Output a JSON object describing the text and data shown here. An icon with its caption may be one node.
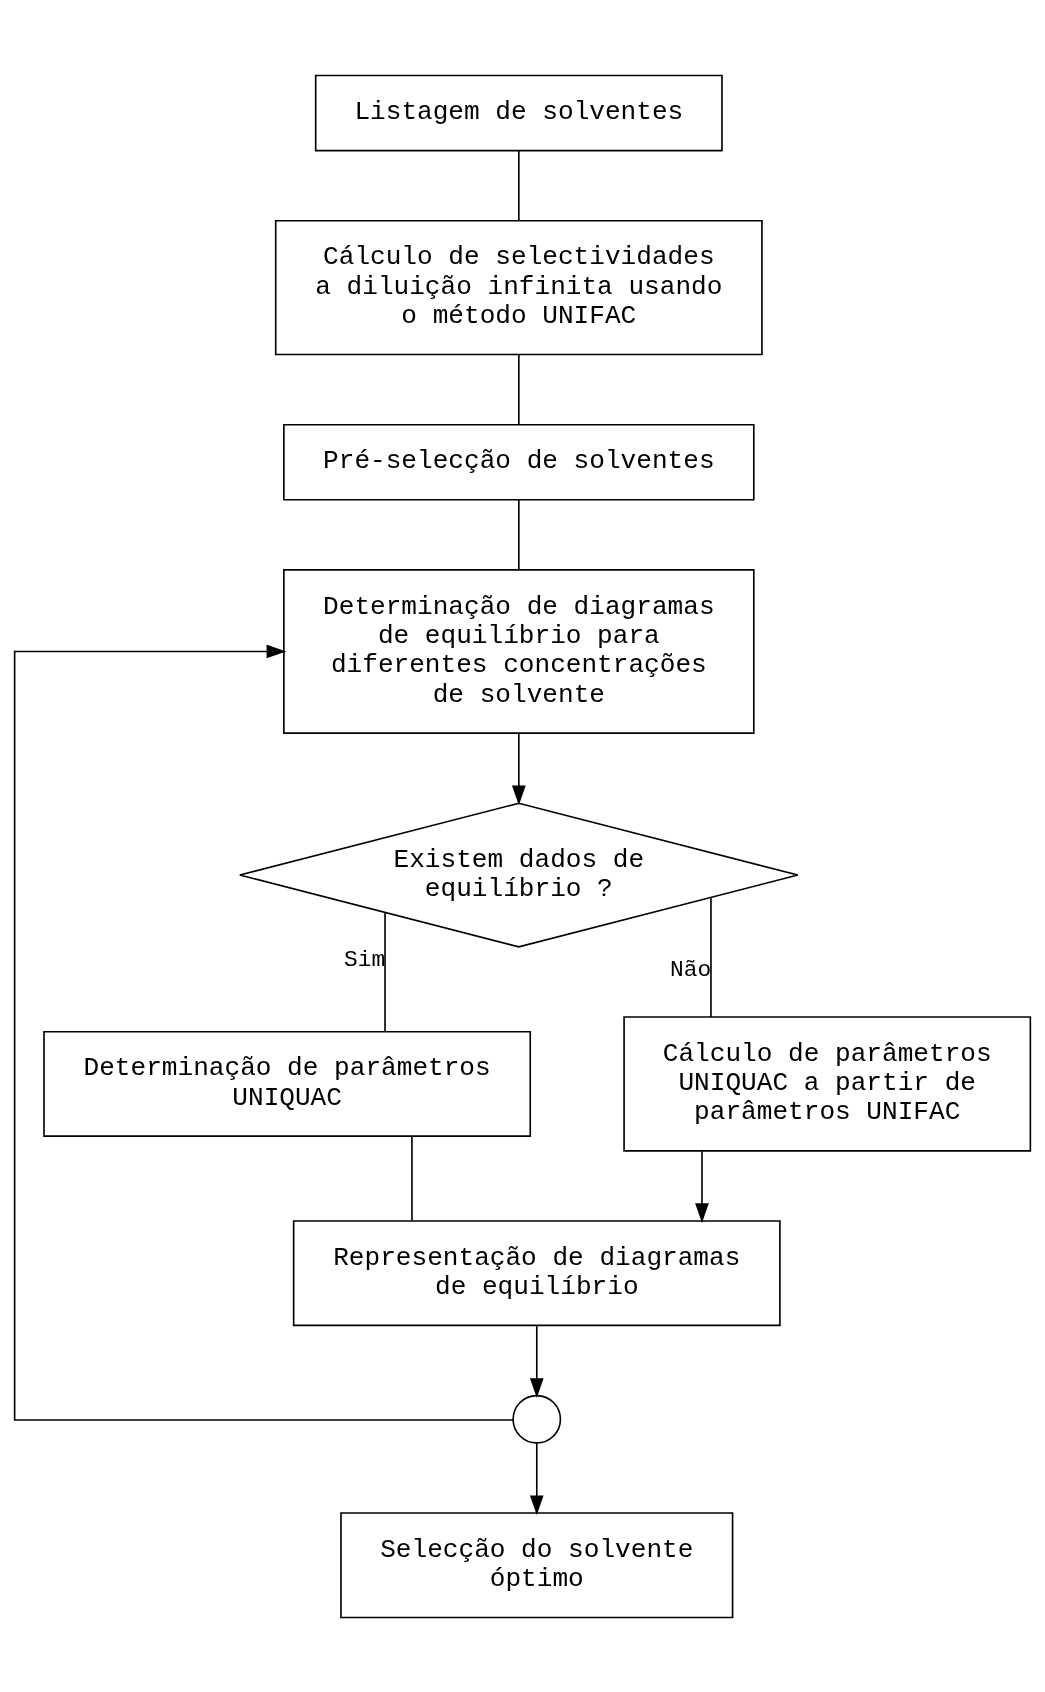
{
  "diagram": {
    "nodes": [
      {
        "text": [
          "Listagem de solventes"
        ]
      },
      {
        "text": [
          "Cálculo de selectividades a diluição infinita usando o método UNIFAC"
        ]
      },
      {
        "text": [
          "Pré-selecção de solventes"
        ]
      },
      {
        "text": [
          "Determinação de diagramas de equilíbrio para diferentes concentrações de solvente"
        ]
      },
      {
        "text": [
          "Existem dados de equilíbrio ?"
        ]
      },
      {
        "text": [
          "Determinação de parâmetros UNIQUAC"
        ]
      },
      {
        "text": [
          "Cálculo de parâmetros UNIQUAC a partir de parâmetros UNIFAC"
        ]
      },
      {
        "text": [
          "Representação de diagramas de equilíbrio"
        ]
      },
      {
        "text": [],
        "shape": "circle"
      },
      {
        "text": [
          "Selecção do solvente óptimo"
        ]
      }
    ],
    "edges": [
      {
        "from": 0,
        "to": 1,
        "arrow": "none"
      },
      {
        "from": 1,
        "to": 2,
        "arrow": "none"
      },
      {
        "from": 2,
        "to": 3,
        "arrow": "none"
      },
      {
        "from": 3,
        "to": 4,
        "arrow": "to"
      },
      {
        "from": 4,
        "to": 5,
        "arrow": "none",
        "label": "Sim"
      },
      {
        "from": 4,
        "to": 6,
        "arrow": "none",
        "label": "Não"
      },
      {
        "from": 5,
        "to": 7,
        "arrow": "none"
      },
      {
        "from": 6,
        "to": 7,
        "arrow": "to"
      },
      {
        "from": 7,
        "to": 8,
        "arrow": "to"
      },
      {
        "from": 8,
        "to": 3,
        "arrow": "to"
      },
      {
        "from": 8,
        "to": 9,
        "arrow": "to"
      }
    ]
  }
}
